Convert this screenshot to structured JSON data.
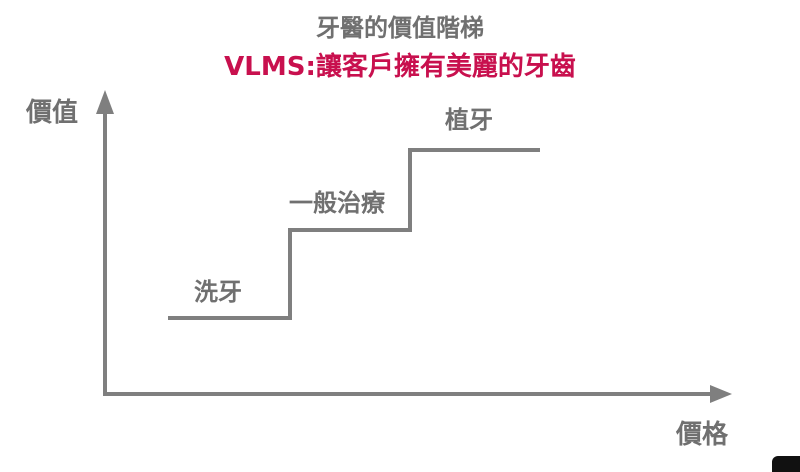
{
  "title": "牙醫的價值階梯",
  "subtitle": "VLMS:讓客戶擁有美麗的牙齒",
  "y_axis_label": "價值",
  "x_axis_label": "價格",
  "steps": [
    {
      "label": "洗牙"
    },
    {
      "label": "一般治療"
    },
    {
      "label": "植牙"
    }
  ],
  "colors": {
    "text": "#707070",
    "accent": "#c8104e",
    "line": "#7f7f7f"
  }
}
